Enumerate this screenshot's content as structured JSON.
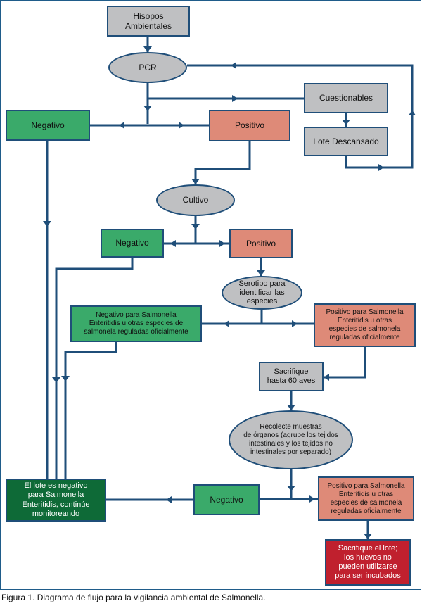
{
  "nodes": {
    "hisopos": "Hisopos\nAmbientales",
    "pcr": "PCR",
    "cuestionables": "Cuestionables",
    "lote_descansado": "Lote Descansado",
    "negativo_1": "Negativo",
    "positivo_1": "Positivo",
    "cultivo": "Cultivo",
    "negativo_2": "Negativo",
    "positivo_2": "Positivo",
    "serotipo": "Serotipo para\nidentificar las\nespecies",
    "negativo_se": "Negativo para    Salmonella\nEnteritidis u otras especies de\nsalmonela reguladas oficialmente",
    "positivo_se_1": "Positivo para    Salmonella\nEnteritidis u otras\nespecies de salmonela\nreguladas oficialmente",
    "sacrifique_60": "Sacrifique\nhasta 60 aves",
    "recolecte": "Recolecte muestras\nde órganos (agrupe los tejidos\nintestinales y los tejidos no\nintestinales por separado)",
    "negativo_3": "Negativo",
    "positivo_se_2": "Positivo para    Salmonella\nEnteritidis u otras\nespecies de salmonela\nreguladas oficialmente",
    "lote_negativo": "El lote es negativo\npara  Salmonella\nEnteritidis, continúe\nmonitoreando",
    "sacrifique_lote": "Sacrifique el lote;\nlos huevos no\npueden utilizarse\npara ser incubados"
  },
  "caption": "Figura 1. Diagrama de flujo para la vigilancia ambiental de Salmonella.",
  "colors": {
    "line": "#1f4e79",
    "gray": "#bfc0c2",
    "green": "#3aaa6a",
    "salmon": "#de8a78",
    "dark_green": "#0e6a37",
    "red": "#c0202e"
  }
}
